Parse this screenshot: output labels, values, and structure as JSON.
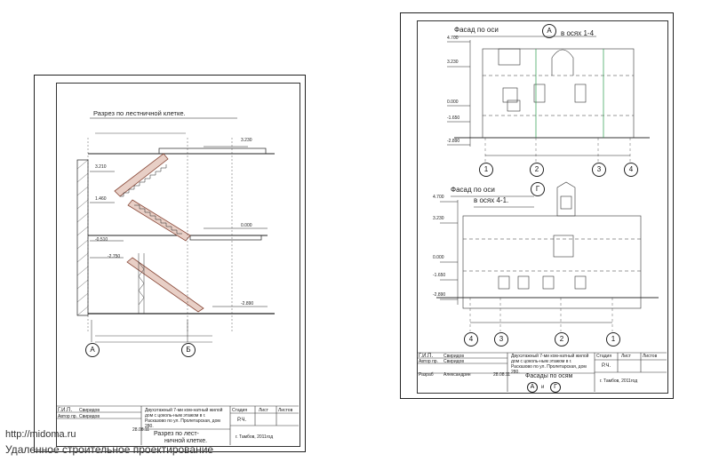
{
  "left_sheet": {
    "title": "Разрез по лестничной клетке.",
    "levels": [
      "3.230",
      "3.210",
      "1.460",
      "0.000",
      "-0.510",
      "-2.750",
      "-2.890"
    ],
    "axes": [
      "А",
      "Б"
    ],
    "title_block": {
      "gip_label": "Г.И.П.",
      "gip_name": "Свиридов",
      "author_label": "Автор пр.",
      "author_name": "Свиридов",
      "date": "28.08.11",
      "project": "Двухэтажный 7-ми ком-натный жилой дом с цоколь-ным этажом в г. Расказово по ул. Пролетарская, дом 280.",
      "stage_h": "Стадия",
      "sheet_h": "Лист",
      "sheets_h": "Листов",
      "stage": "Р.Ч.",
      "drawing_name_1": "Разрез по лест-",
      "drawing_name_2": "ничной клетке.",
      "city": "г. Тамбов,  2011год"
    }
  },
  "right_sheet": {
    "title1": "Фасад по оси",
    "axis1": "А",
    "axes_range1": "в осях 1-4",
    "levels1": [
      "4.700",
      "3.230",
      "0.000",
      "-1.650",
      "-2.890"
    ],
    "axes_bottom1": [
      "1",
      "2",
      "3",
      "4"
    ],
    "title2": "Фасад по оси",
    "axis2": "Г",
    "axes_range2": "в осях 4-1.",
    "levels2": [
      "4.700",
      "3.230",
      "0.000",
      "-1.650",
      "-2.890"
    ],
    "axes_bottom2": [
      "4",
      "3",
      "2",
      "1"
    ],
    "title_block": {
      "gip_label": "Г.И.П.",
      "gip_name": "Свиридов",
      "author_label": "Автор пр.",
      "author_name": "Свиридов",
      "razrab_label": "Разраб",
      "razrab_name": "Александрин",
      "date": "28.08.11",
      "project": "Двухэтажный 7-ми ком-натный жилой дом с цоколь-ным этажом в г. Расказово по ул. Пролетарская, дом 280.",
      "stage_h": "Стадия",
      "sheet_h": "Лист",
      "sheets_h": "Листов",
      "stage": "Р.Ч.",
      "drawing_name": "Фасады по осям",
      "and": "и",
      "axis_a": "А",
      "axis_g": "Г",
      "city": "г. Тамбов,  2011год"
    }
  },
  "watermark": {
    "url": "http://midoma.ru",
    "caption": "Удаленное строительное проектирование"
  }
}
